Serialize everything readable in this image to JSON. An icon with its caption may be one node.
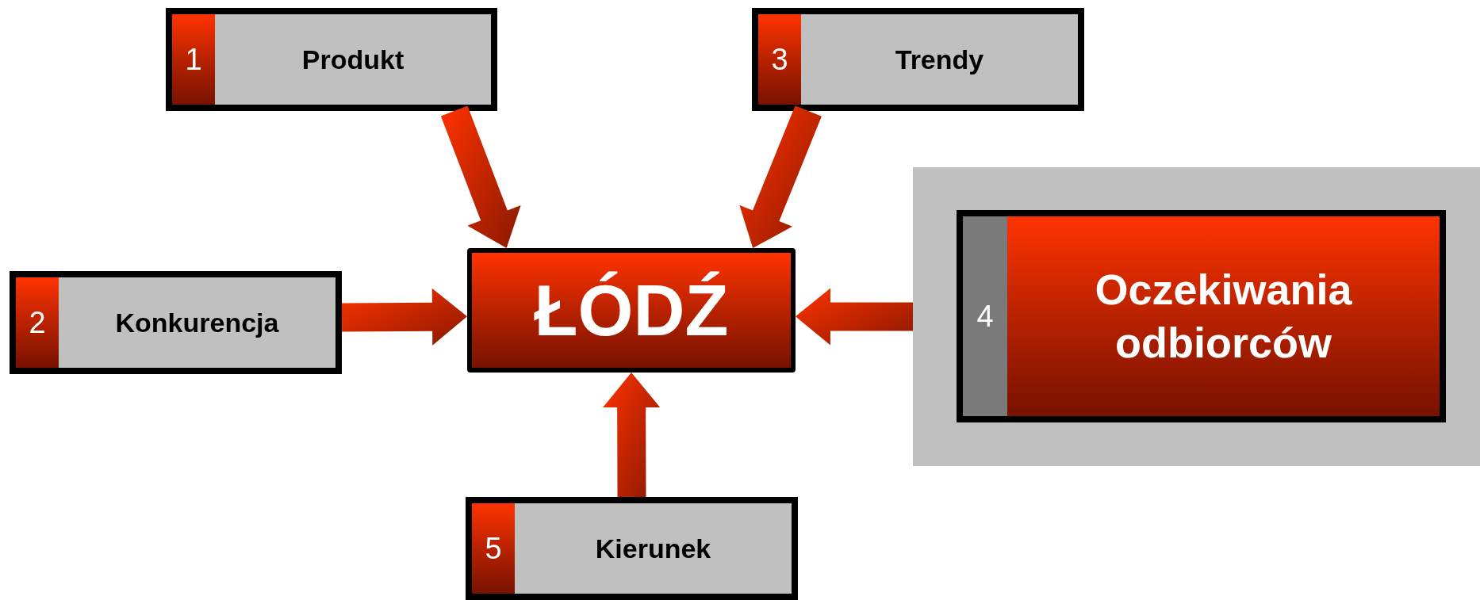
{
  "diagram": {
    "nodes": [
      {
        "text": [
          "1",
          "Produkt"
        ]
      },
      {
        "text": [
          "3",
          "Trendy"
        ]
      },
      {
        "text": [],
        "shape": "box"
      },
      {
        "text": [
          "4",
          "Oczekiwania odbiorców"
        ],
        "in": 2
      },
      {
        "text": [
          "2",
          "Konkurencja"
        ]
      },
      {
        "text": [
          "ŁÓDŹ"
        ]
      },
      {
        "text": [
          "5",
          "Kierunek"
        ]
      }
    ],
    "edges": [
      {
        "from": 0,
        "to": 5,
        "arrow": "to"
      },
      {
        "from": 1,
        "to": 5,
        "arrow": "to"
      },
      {
        "from": 4,
        "to": 5,
        "arrow": "to"
      },
      {
        "from": 2,
        "to": 5,
        "arrow": "to"
      },
      {
        "from": 6,
        "to": 5,
        "arrow": "to"
      }
    ]
  }
}
